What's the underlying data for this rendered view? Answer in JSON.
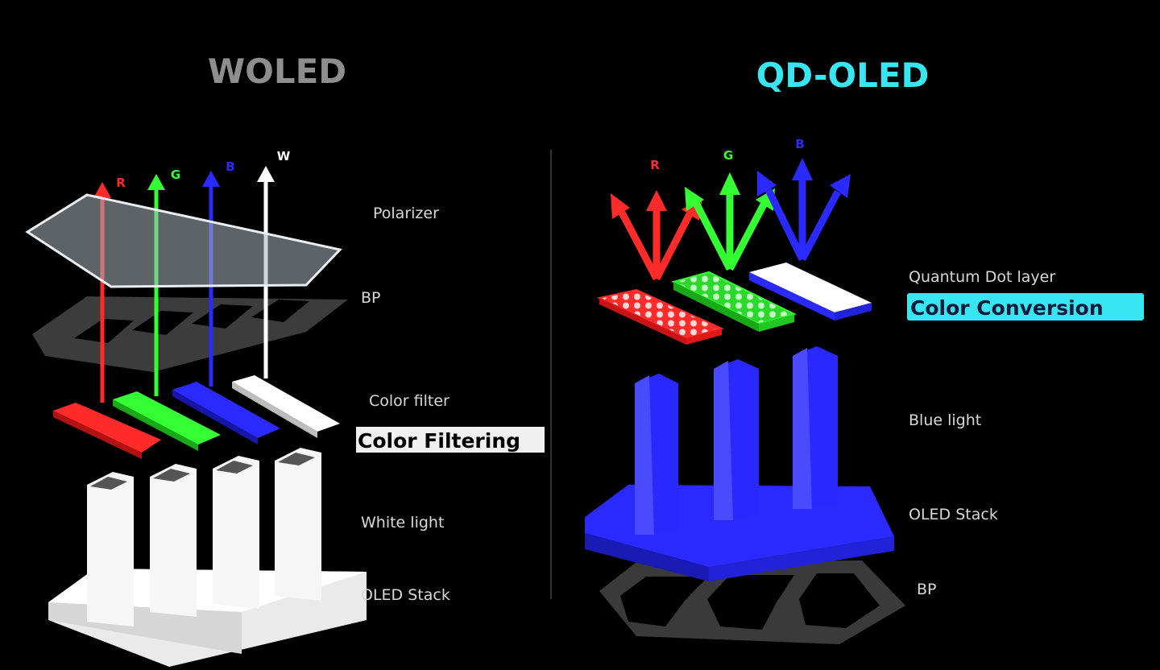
{
  "woled": {
    "title": "WOLED",
    "channels": {
      "r": "R",
      "g": "G",
      "b": "B",
      "w": "W"
    },
    "labels": {
      "polarizer": "Polarizer",
      "bp": "BP",
      "color_filter": "Color filter",
      "white_light": "White light",
      "oled_stack": "OLED Stack"
    },
    "badge": "Color Filtering"
  },
  "qdoled": {
    "title": "QD-OLED",
    "channels": {
      "r": "R",
      "g": "G",
      "b": "B"
    },
    "labels": {
      "qd_layer": "Quantum Dot layer",
      "blue_light": "Blue light",
      "oled_stack": "OLED Stack",
      "bp": "BP"
    },
    "badge": "Color Conversion"
  },
  "colors": {
    "background": "#000000",
    "red": "#ff2a2a",
    "green": "#33ff33",
    "blue": "#2a2aff",
    "white": "#ffffff",
    "woled_title": "#8e8e8e",
    "qd_title": "#37e6f0",
    "qd_badge": "#37e6f0",
    "woled_badge": "#f0f0f0"
  }
}
